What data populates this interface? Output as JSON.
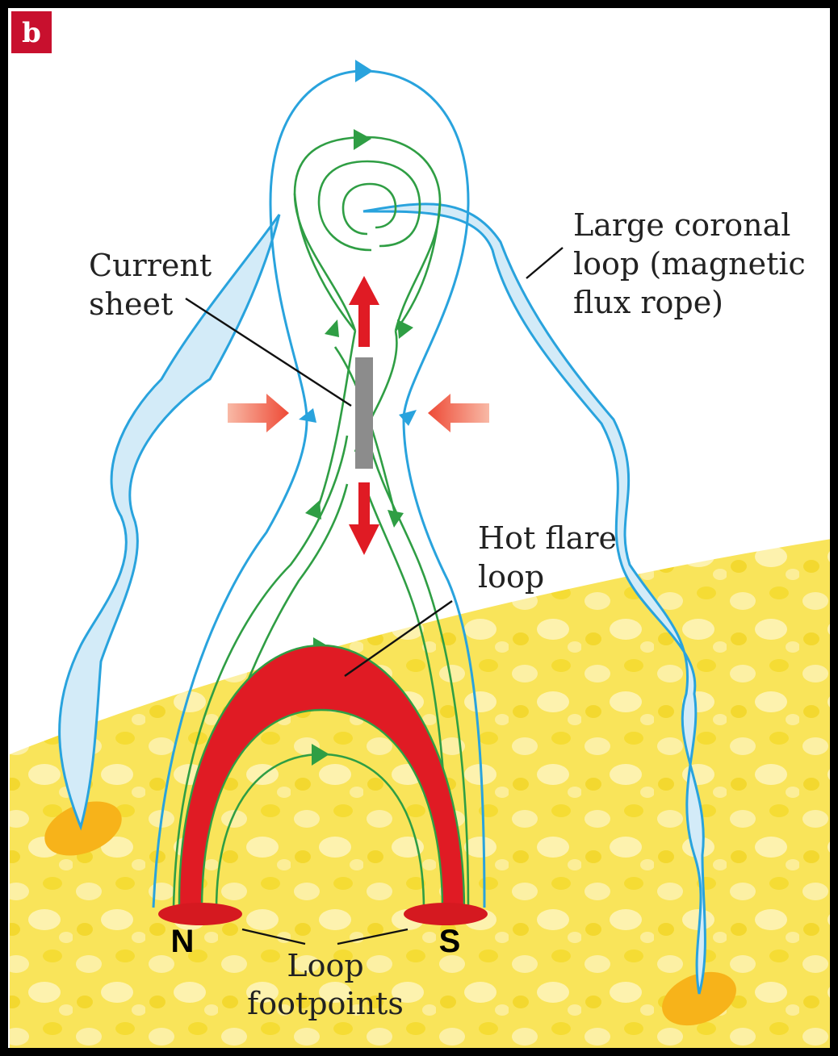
{
  "panel_label": "b",
  "labels": {
    "current_sheet": [
      "Current",
      "sheet"
    ],
    "coronal_loop": [
      "Large coronal",
      "loop (magnetic",
      "flux rope)"
    ],
    "hot_flare_loop": [
      "Hot flare",
      "loop"
    ],
    "footpoints": [
      "Loop",
      "footpoints"
    ],
    "pole_north": "N",
    "pole_south": "S"
  },
  "colors": {
    "field_line_green": "#2f9e44",
    "coronal_loop_blue": "#29a3dd",
    "coronal_loop_fill": "#d3ebf8",
    "flare_red": "#e01b24",
    "inflow_arrow": "#f26a4f",
    "current_sheet_gray": "#8c8c8c",
    "sun_surface": "#fbe74a",
    "footpoint_orange": "#f7b31a",
    "frame": "#000000",
    "panel_badge": "#c8102e"
  }
}
